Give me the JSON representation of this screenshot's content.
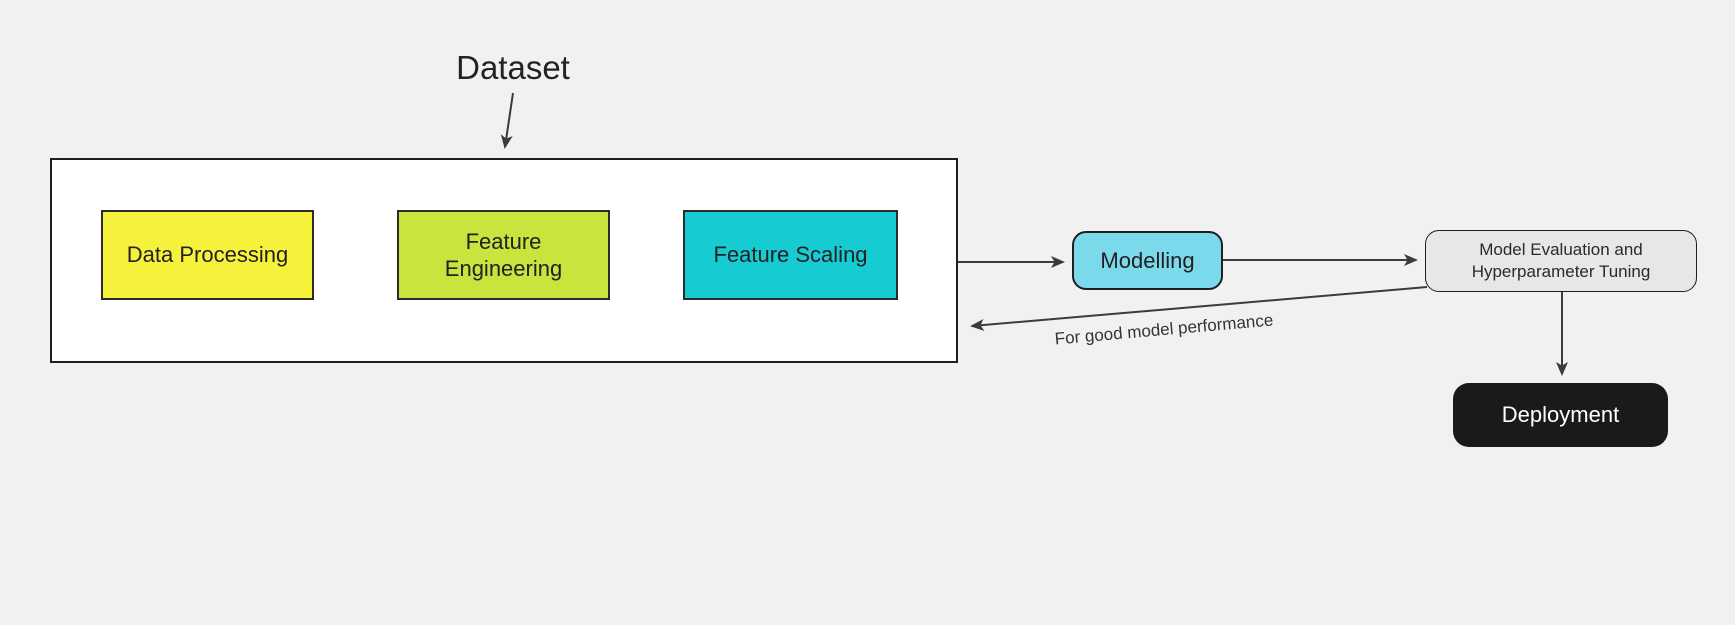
{
  "page": {
    "background_color": "#F1F1F1"
  },
  "diagram": {
    "dataset_label": "Dataset",
    "pipeline_container": {
      "fill": "#FFFFFF",
      "border_color": "#1F1F1F"
    },
    "pipeline_steps": [
      {
        "label": "Data Processing",
        "fill": "#F6F13B"
      },
      {
        "label": "Feature Engineering",
        "fill": "#C9E43C"
      },
      {
        "label": "Feature Scaling",
        "fill": "#17CBD2"
      }
    ],
    "modelling": {
      "label": "Modelling",
      "fill": "#7BD9EC"
    },
    "evaluation": {
      "label": "Model Evaluation and Hyperparameter Tuning",
      "fill": "#E7E7E7"
    },
    "deployment": {
      "label": "Deployment",
      "fill": "#1A1A1A",
      "text_color": "#FFFFFF"
    },
    "feedback_label": "For good model performance",
    "arrow_color": "#3B3B3B"
  }
}
